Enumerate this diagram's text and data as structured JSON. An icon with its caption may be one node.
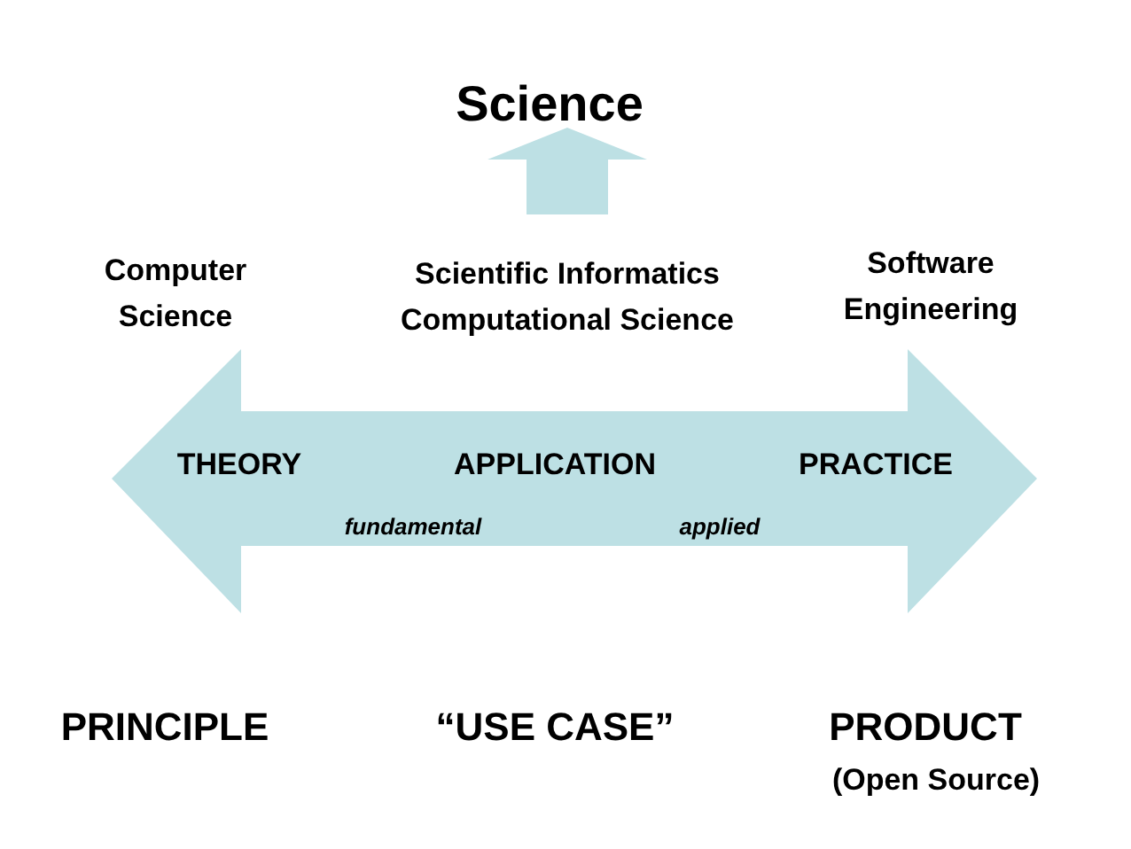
{
  "diagram": {
    "nodes": [
      {
        "text": [
          "Science"
        ]
      },
      {
        "text": [
          "Computer Science"
        ]
      },
      {
        "text": [
          "Scientific Informatics Computational Science"
        ]
      },
      {
        "text": [
          "Software Engineering"
        ]
      },
      {
        "text": [
          "THEORY",
          "APPLICATION",
          "PRACTICE",
          "fundamental",
          "applied"
        ]
      }
    ],
    "edges": [
      {
        "from": 2,
        "to": 0,
        "arrow": "to",
        "style": "thick"
      }
    ],
    "labels": [
      "PRINCIPLE",
      "“USE CASE”",
      "PRODUCT",
      "(Open Source)"
    ]
  }
}
